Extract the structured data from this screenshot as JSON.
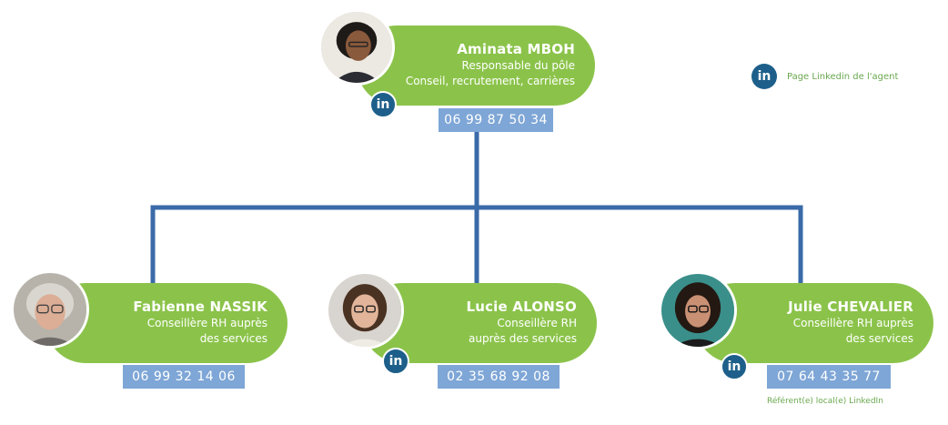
{
  "colors": {
    "card_green": "#8bc34a",
    "line_blue": "#3a6aa8",
    "phone_blue": "#7ea6d6",
    "linkedin_blue": "#1d5f8a",
    "legend_green": "#6aa84f"
  },
  "legend": {
    "icon": "linkedin-icon",
    "icon_text": "in",
    "label": "Page Linkedin de l'agent"
  },
  "top": {
    "name": "Aminata MBOH",
    "role_line1": "Responsable du pôle",
    "role_line2": "Conseil, recrutement, carrières",
    "phone": "06 99 87 50 34",
    "linkedin": "in"
  },
  "staff": [
    {
      "name": "Fabienne NASSIK",
      "role_line1": "Conseillère RH auprès",
      "role_line2": "des services",
      "phone": "06 99 32 14 06"
    },
    {
      "name": "Lucie ALONSO",
      "role_line1": "Conseillère RH",
      "role_line2": "auprès des services",
      "phone": "02 35 68 92 08",
      "linkedin": "in"
    },
    {
      "name": "Julie CHEVALIER",
      "role_line1": "Conseillère RH auprès",
      "role_line2": "des services",
      "phone": "07 64 43 35 77",
      "linkedin": "in",
      "note": "Référent(e) local(e) LinkedIn"
    }
  ]
}
